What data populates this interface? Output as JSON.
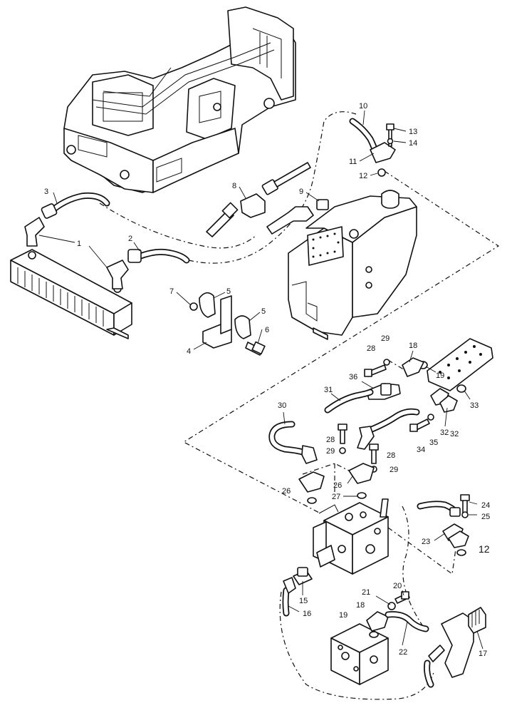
{
  "callouts": [
    "1",
    "2",
    "3",
    "4",
    "5",
    "5",
    "6",
    "7",
    "8",
    "9",
    "10",
    "11",
    "12",
    "13",
    "14",
    "18",
    "19",
    "28",
    "29",
    "33",
    "36",
    "31",
    "30",
    "32",
    "28",
    "29",
    "34",
    "35",
    "32",
    "28",
    "29",
    "26",
    "26",
    "27",
    "24",
    "25",
    "23",
    "12",
    "15",
    "16",
    "20",
    "21",
    "18",
    "19",
    "22",
    "17"
  ]
}
